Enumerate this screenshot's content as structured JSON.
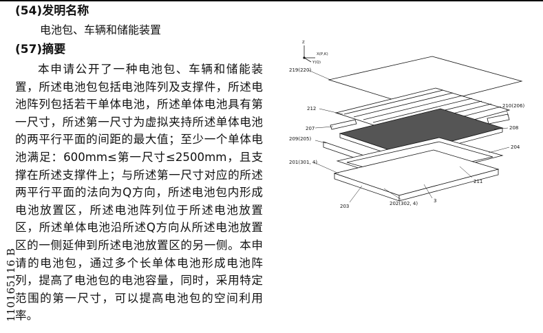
{
  "header": {
    "invention_title_label": "(54)发明名称",
    "invention_title": "电池包、车辆和储能装置",
    "abstract_label": "(57)摘要"
  },
  "abstract_text": "本申请公开了一种电池包、车辆和储能装置，所述电池包包括电池阵列及支撑件，所述电池阵列包括若干单体电池，所述单体电池具有第一尺寸，所述第一尺寸为虚拟夹持所述单体电池的两平行平面的间距的最大值；至少一个单体电池满足：600mm≤第一尺寸≤2500mm，且支撑在所述支撑件上；与所述第一尺寸对应的所述两平行平面的法向为Q方向，所述电池包内形成电池放置区，所述电池阵列位于所述电池放置区，所述单体电池沿所述Q方向从所述电池放置区的一侧延伸到所述电池放置区的另一侧。本申请的电池包，通过多个长单体电池形成电池阵列，提高了电池包的电池容量，同时，采用特定范围的第一尺寸，可以提高电池包的空间利用率。",
  "side_number": "110165116 B",
  "figure": {
    "axes": {
      "z": "Z",
      "x": "X(P,K)",
      "y": "Y(Q)"
    },
    "labels": {
      "l219_220": "219(220)",
      "l212": "212",
      "l207": "207",
      "l209_205": "209(205)",
      "l201": "201(301, 4)",
      "l203": "203",
      "l202": "202(302, 4)",
      "l3": "3",
      "l211": "211",
      "l204": "204",
      "l208": "208",
      "l210_206": "210(206)"
    }
  }
}
